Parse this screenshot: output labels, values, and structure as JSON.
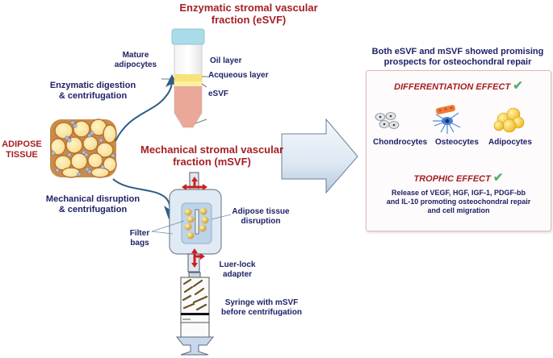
{
  "diagram": {
    "esvf_title": [
      "Enzymatic stromal vascular",
      "fraction (eSVF)"
    ],
    "tube_labels": {
      "mature_adipocytes": [
        "Mature",
        "adipocytes"
      ],
      "oil_layer": "Oil layer",
      "aqueous_layer": "Acqueous layer",
      "esvf": "eSVF"
    },
    "enzymatic_step": [
      "Enzymatic digestion",
      "& centrifugation"
    ],
    "adipose_tissue": [
      "ADIPOSE",
      "TISSUE"
    ],
    "msvf_title": [
      "Mechanical stromal vascular",
      "fraction (mSVF)"
    ],
    "mechanical_step": [
      "Mechanical disruption",
      "& centrifugation"
    ],
    "device_labels": {
      "filter_bags": [
        "Filter",
        "bags"
      ],
      "disruption": [
        "Adipose tissue",
        "disruption"
      ],
      "luer_lock": [
        "Luer-lock",
        "adapter"
      ],
      "syringe": [
        "Syringe with mSVF",
        "before centrifugation"
      ]
    },
    "conclusion": [
      "Both eSVF and mSVF showed promising",
      "prospects for osteochondral repair"
    ],
    "panel": {
      "differentiation_title": "DIFFERENTIATION EFFECT",
      "cells": [
        "Chondrocytes",
        "Osteocytes",
        "Adipocytes"
      ],
      "trophic_title": "TROPHIC EFFECT",
      "trophic_text": [
        "Release of VEGF, HGF, IGF-1, PDGF-bb",
        "and IL-10 promoting osteochondral repair",
        "and cell migration"
      ],
      "check_symbol": "✔"
    },
    "colors": {
      "navy": "#1f2266",
      "red_title": "#a51f24",
      "check_green": "#5fae6e",
      "arrow_blue": "#2c5e88"
    }
  }
}
